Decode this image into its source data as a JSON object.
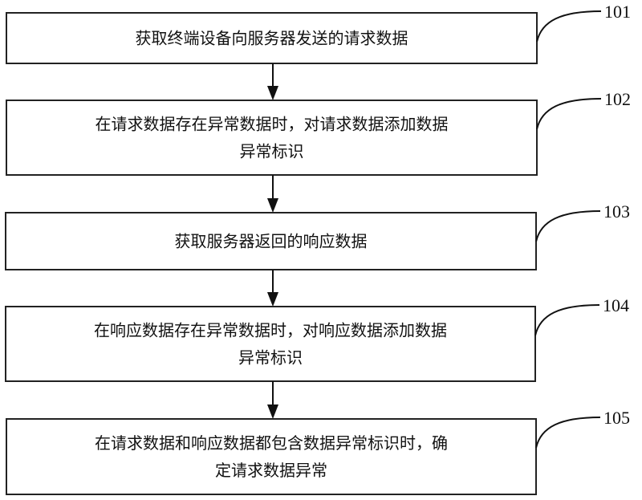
{
  "diagram": {
    "type": "flowchart",
    "steps": [
      {
        "ref": "101",
        "lines": [
          "获取终端设备向服务器发送的请求数据"
        ]
      },
      {
        "ref": "102",
        "lines": [
          "在请求数据存在异常数据时，对请求数据添加数据",
          "异常标识"
        ]
      },
      {
        "ref": "103",
        "lines": [
          "获取服务器返回的响应数据"
        ]
      },
      {
        "ref": "104",
        "lines": [
          "在响应数据存在异常数据时，对响应数据添加数据",
          "异常标识"
        ]
      },
      {
        "ref": "105",
        "lines": [
          "在请求数据和响应数据都包含数据异常标识时，确",
          "定请求数据异常"
        ]
      }
    ],
    "edges": [
      {
        "from": "101",
        "to": "102"
      },
      {
        "from": "102",
        "to": "103"
      },
      {
        "from": "103",
        "to": "104"
      },
      {
        "from": "104",
        "to": "105"
      }
    ]
  }
}
